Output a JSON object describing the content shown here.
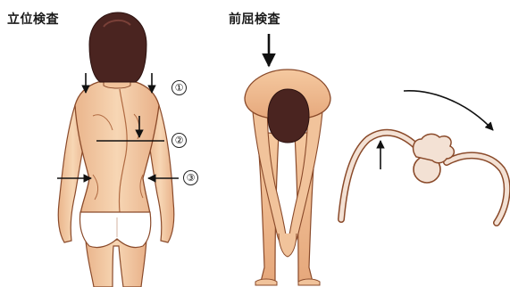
{
  "titles": {
    "standing": "立位検査",
    "bending": "前屈検査"
  },
  "markers": {
    "m1": "①",
    "m2": "②",
    "m3": "③"
  },
  "colors": {
    "skin": "#f4cfa9",
    "skin_shadow": "#e0a57a",
    "outline": "#8a4a2a",
    "hair": "#4a2420",
    "hair_highlight": "#7a4038",
    "underwear": "#ffffff",
    "arrow": "#111111"
  }
}
